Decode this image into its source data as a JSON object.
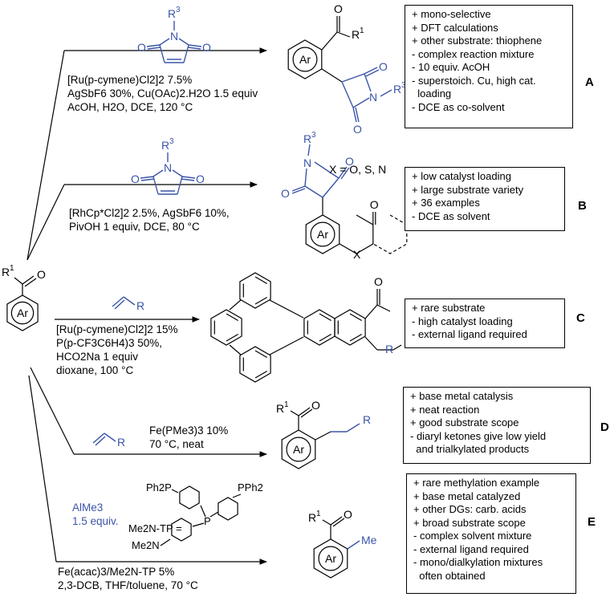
{
  "colors": {
    "reagent": "#3b55a8",
    "text": "#000000"
  },
  "labels": {
    "r1": "R",
    "r1_sup": "1",
    "r3": "R",
    "r3_sup": "3",
    "o": "O",
    "n": "N",
    "ar": "Ar",
    "x": "X",
    "r": "R",
    "me": "Me"
  },
  "rows": [
    {
      "letter": "A",
      "conditions": [
        "[Ru(p-cymene)Cl2]2 7.5%",
        "AgSbF6 30%, Cu(OAc)2.H2O 1.5 equiv",
        "AcOH, H2O, DCE, 120 °C"
      ],
      "notes": [
        "+ mono-selective",
        "+ DFT calculations",
        "+ other substrate: thiophene",
        "- complex reaction mixture",
        "- 10 equiv. AcOH",
        "- superstoich. Cu, high cat.",
        "  loading",
        "- DCE as co-solvent"
      ]
    },
    {
      "letter": "B",
      "conditions": [
        "[RhCp*Cl2]2 2.5%, AgSbF6 10%,",
        "PivOH 1 equiv, DCE, 80 °C"
      ],
      "x_label": "X = O, S, N",
      "notes": [
        "+ low catalyst loading",
        "+ large substrate variety",
        "+ 36 examples",
        "- DCE as solvent"
      ]
    },
    {
      "letter": "C",
      "conditions": [
        "[Ru(p-cymene)Cl2]2 15%",
        "P(p-CF3C6H4)3 50%,",
        "HCO2Na 1 equiv",
        "dioxane, 100 °C"
      ],
      "notes": [
        "+ rare substrate",
        "- high catalyst loading",
        "- external ligand required"
      ]
    },
    {
      "letter": "D",
      "conditions": [
        "Fe(PMe3)3 10%",
        "70 °C, neat"
      ],
      "notes": [
        "+ base metal catalysis",
        "+ neat reaction",
        "+ good substrate scope",
        "- diaryl ketones give low yield",
        "  and trialkylated products"
      ]
    },
    {
      "letter": "E",
      "reagent": [
        "AlMe3",
        "1.5 equiv."
      ],
      "ligand_label": "Me2N-TP =",
      "ligand_groups": [
        "Ph2P",
        "PPh2",
        "P",
        "Me2N"
      ],
      "conditions": [
        "Fe(acac)3/Me2N-TP 5%",
        "2,3-DCB, THF/toluene, 70 °C"
      ],
      "notes": [
        "+ rare methylation example",
        "+ base metal catalyzed",
        "+ other DGs: carb. acids",
        "+ broad substrate scope",
        "- complex solvent mixture",
        "- external ligand required",
        "- mono/dialkylation mixtures",
        "  often obtained"
      ]
    }
  ]
}
